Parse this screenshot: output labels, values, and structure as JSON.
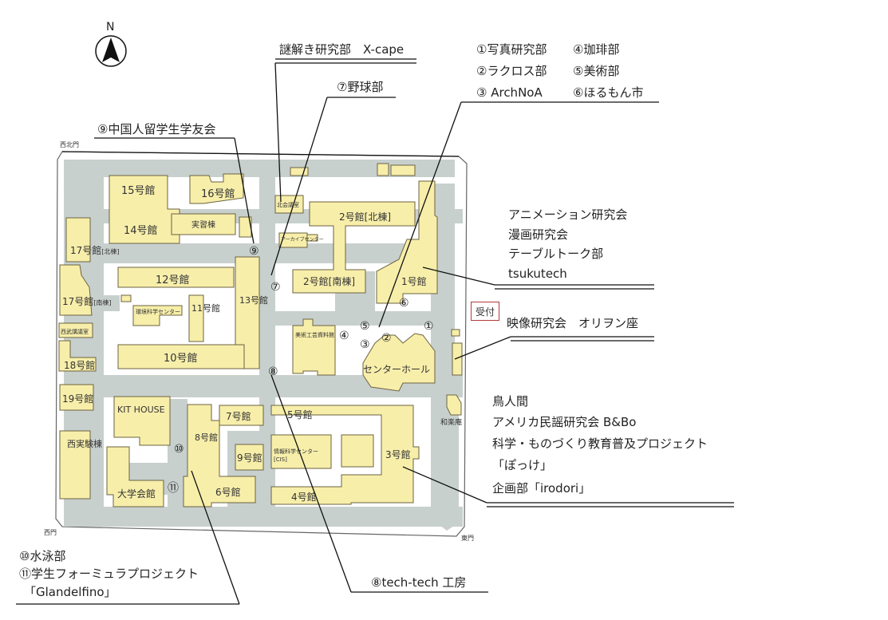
{
  "compass": {
    "label": "N"
  },
  "gates": {
    "northwest": "西北門",
    "west": "西門",
    "east": "東門"
  },
  "reception": "受付",
  "buildings": {
    "b15": "15号館",
    "b14": "14号館",
    "b16": "16号館",
    "jisshu": "実習棟",
    "b17n": "17号館",
    "b17n_sub": "[北棟]",
    "b17s": "17号館",
    "b17s_sub": "[南棟]",
    "b12": "12号館",
    "kankyo": "環境科学センター",
    "b11": "11号館",
    "b13": "13号館",
    "b10": "10号館",
    "seibu": "西武講議室",
    "b18": "18号館",
    "b19": "19号館",
    "nishi_jikken": "西実験棟",
    "kit_house": "KIT HOUSE",
    "daigaku_kaikan": "大学会館",
    "b8": "8号館",
    "b7": "7号館",
    "b6": "6号館",
    "b9": "9号館",
    "b5": "5号館",
    "cis": "情報科学センター",
    "cis_sub": "[CIS]",
    "b4": "4号館",
    "b3": "3号館",
    "b2n": "2号館[北棟]",
    "b2s": "2号館[南棟]",
    "b1": "1号館",
    "kitakai": "北会議室",
    "archive": "アーカイブセンター",
    "bijutsu": "美術工芸資料館",
    "center_hall": "センターホール",
    "wakuan": "和楽庵"
  },
  "markers": [
    "①",
    "②",
    "③",
    "④",
    "⑤",
    "⑥",
    "⑦",
    "⑧",
    "⑨",
    "⑩",
    "⑪"
  ],
  "callouts": {
    "xcape": "謎解き研究部　X-cape",
    "yakyu": "⑦野球部",
    "chugoku": "⑨中国人留学生学友会",
    "group1": [
      "①写真研究部",
      "②ラクロス部",
      "③ ArchNoA",
      "④珈琲部",
      "⑤美術部",
      "⑥ほるもん市"
    ],
    "group_b1": [
      "アニメーション研究会",
      "漫画研究会",
      "テーブルトーク部",
      "tsukutech"
    ],
    "eizo": "映像研究会　オリヲン座",
    "group_b3": [
      "鳥人間",
      "アメリカ民謡研究会 B&Bo",
      "科学・ものづくり教育普及プロジェクト",
      "「ぽっけ」",
      "企画部「irodori」"
    ],
    "group_west": [
      "⑩水泳部",
      "⑪学生フォーミュラプロジェクト",
      "「Glandelfino」"
    ],
    "techtech": "⑧tech-tech 工房"
  },
  "colors": {
    "building": "#f7eeaa",
    "building_border": "#6b6340",
    "road": "#c8d0ce",
    "campus": "#ffffff",
    "reception_border": "#b33a3a"
  }
}
